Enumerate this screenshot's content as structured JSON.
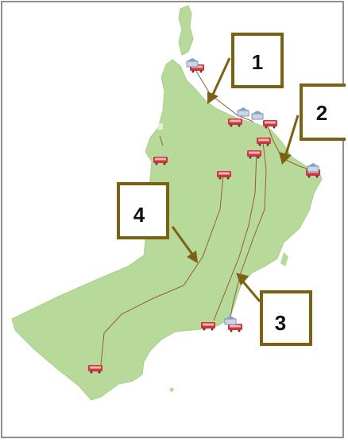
{
  "map": {
    "land_color": "#b7d99a",
    "border_color": "#8f8f8f",
    "route_color": "#9a5a3a",
    "bus_color": "#d6323a",
    "arrow_color": "#7a6212",
    "callout_border_color": "#7a6212",
    "callout_fill": "#ffffff"
  },
  "callouts": [
    {
      "label": "1"
    },
    {
      "label": "2"
    },
    {
      "label": "3"
    },
    {
      "label": "4"
    }
  ],
  "icons": {
    "bus": "bus-icon",
    "port": "port-building-icon"
  }
}
